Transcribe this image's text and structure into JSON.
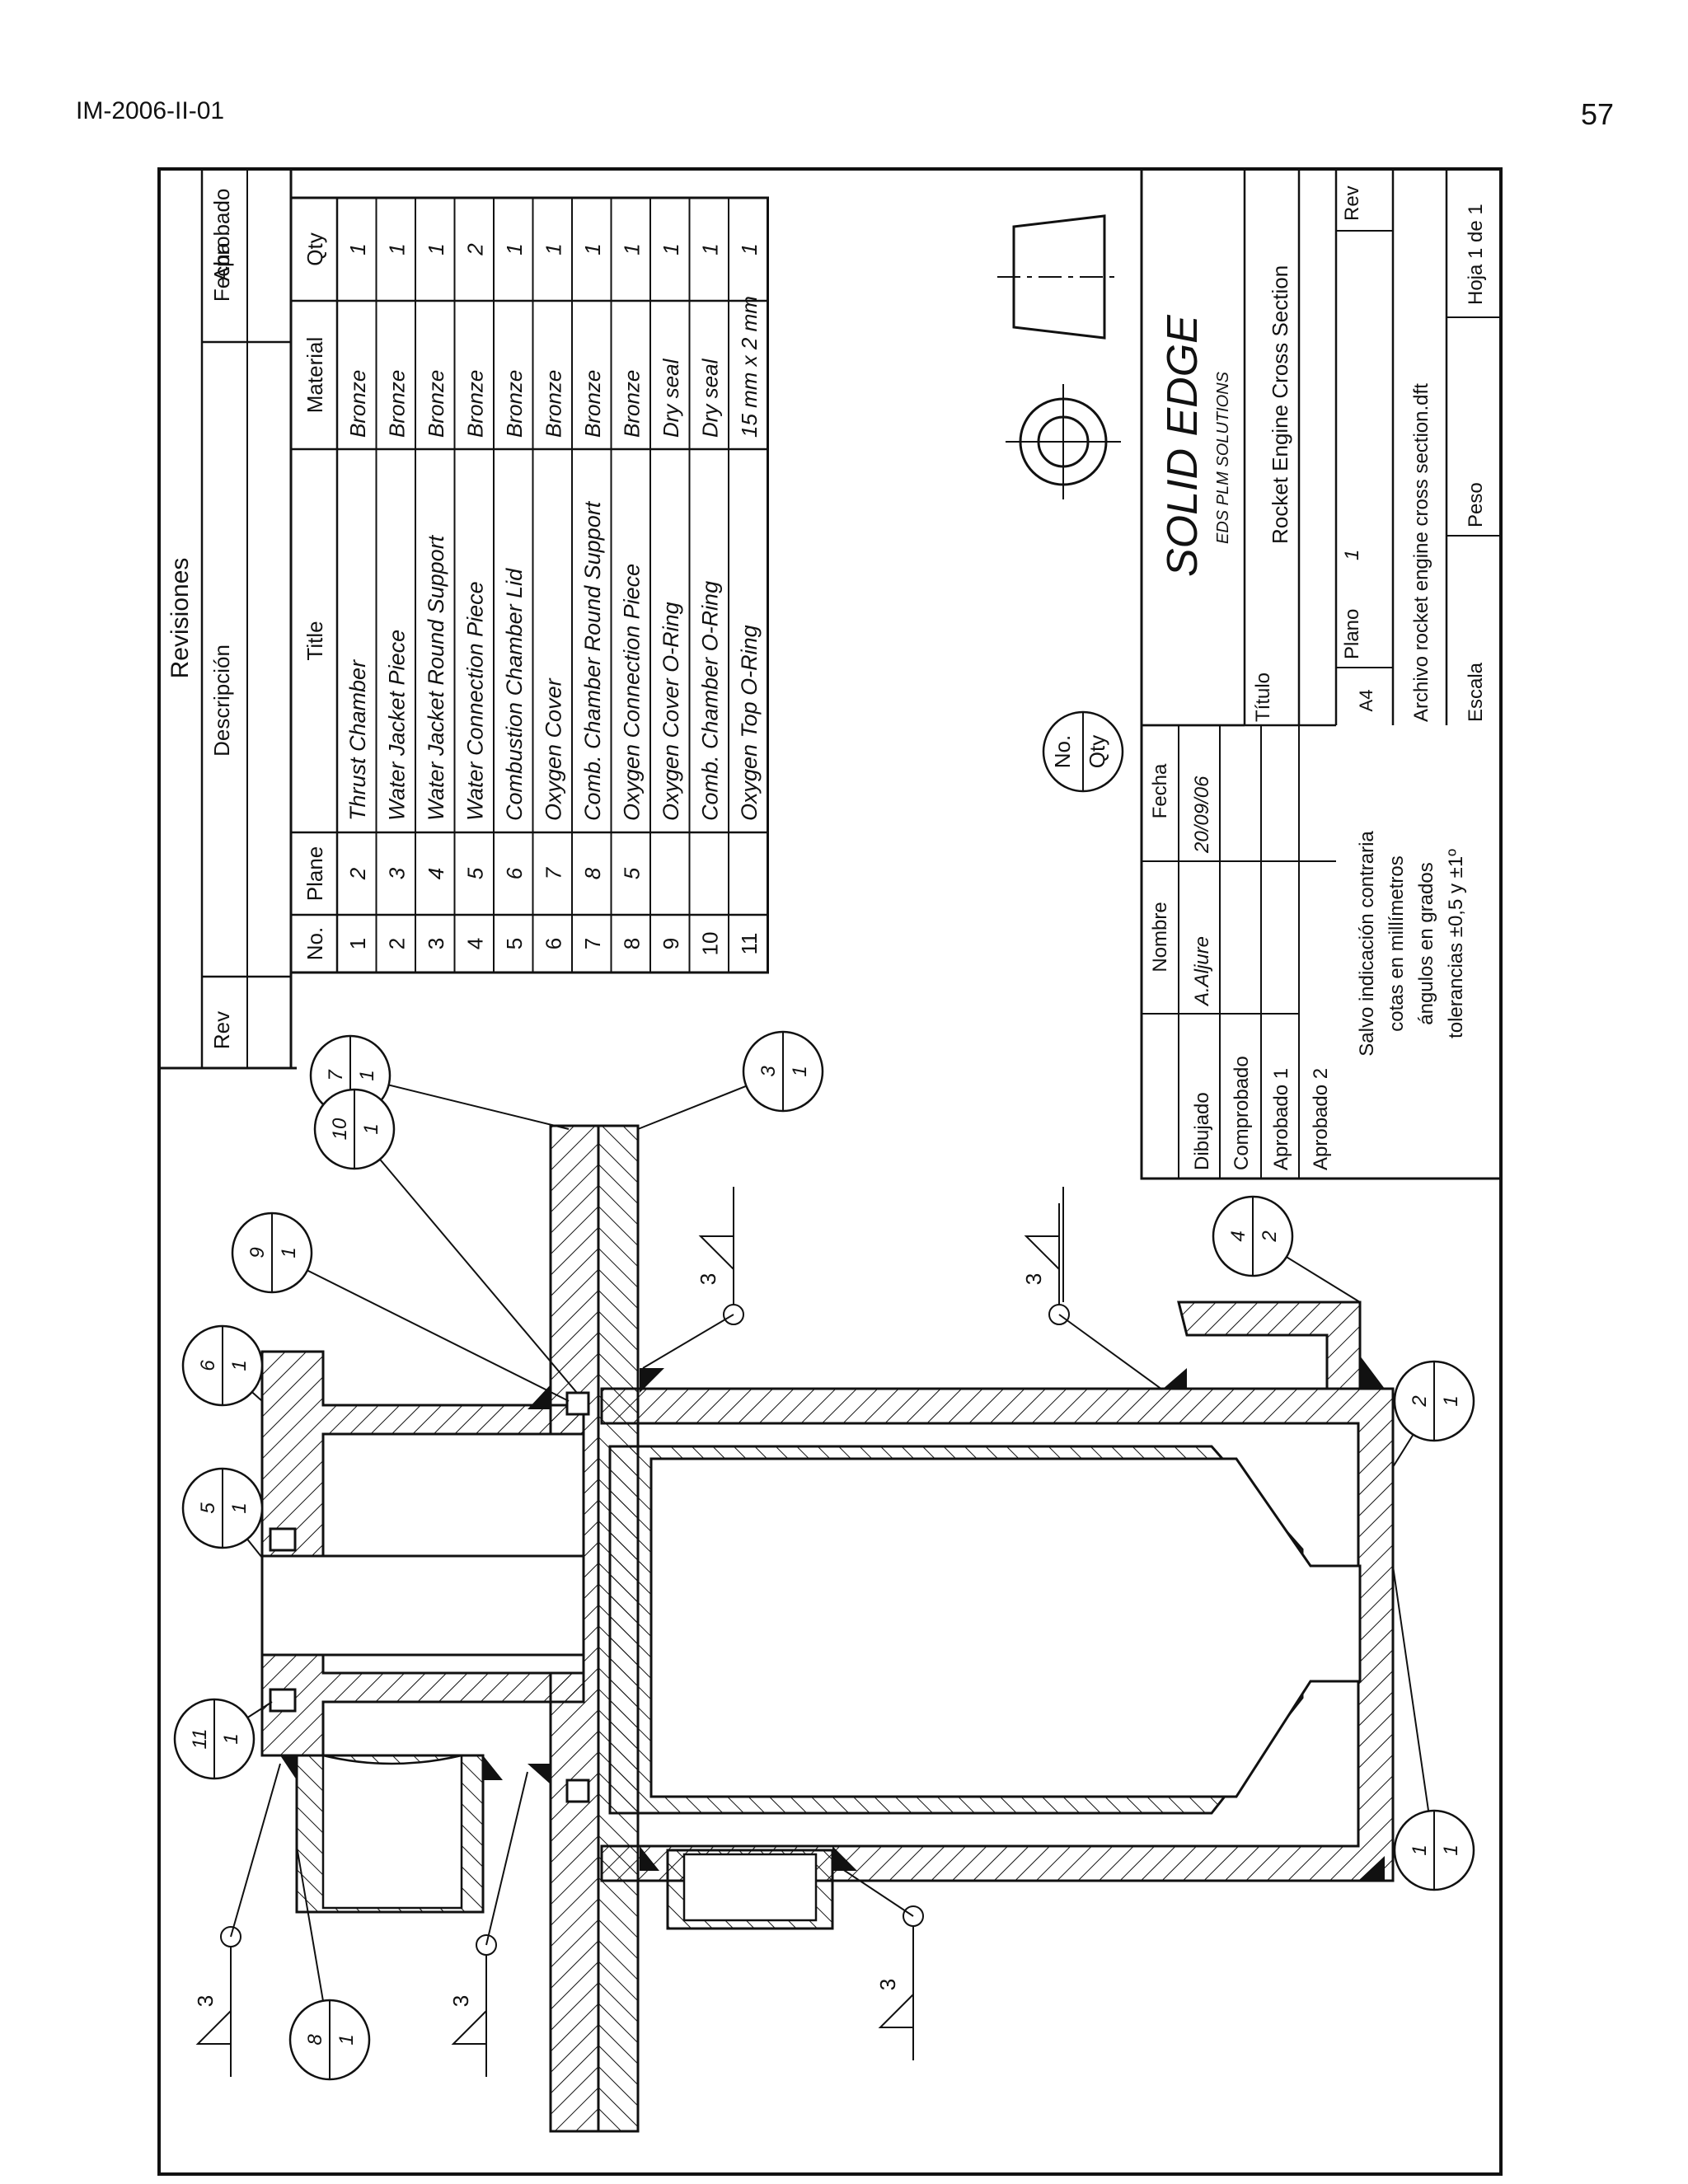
{
  "header": {
    "doc_id": "IM-2006-II-01",
    "page_number": "57"
  },
  "revisions": {
    "title": "Revisiones",
    "columns": [
      "Rev",
      "Descripción",
      "Fecha",
      "Aprobado"
    ]
  },
  "parts_list": {
    "columns": [
      "No.",
      "Plane",
      "Title",
      "Material",
      "Qty"
    ],
    "rows": [
      [
        "1",
        "2",
        "Thrust Chamber",
        "Bronze",
        "1"
      ],
      [
        "2",
        "3",
        "Water Jacket Piece",
        "Bronze",
        "1"
      ],
      [
        "3",
        "4",
        "Water Jacket Round Support",
        "Bronze",
        "1"
      ],
      [
        "4",
        "5",
        "Water Connection Piece",
        "Bronze",
        "2"
      ],
      [
        "5",
        "6",
        "Combustion Chamber Lid",
        "Bronze",
        "1"
      ],
      [
        "6",
        "7",
        "Oxygen Cover",
        "Bronze",
        "1"
      ],
      [
        "7",
        "8",
        "Comb. Chamber Round Support",
        "Bronze",
        "1"
      ],
      [
        "8",
        "5",
        "Oxygen Connection Piece",
        "Bronze",
        "1"
      ],
      [
        "9",
        "",
        "Oxygen Cover O-Ring",
        "Dry seal",
        "1"
      ],
      [
        "10",
        "",
        "Comb. Chamber O-Ring",
        "Dry seal",
        "1"
      ],
      [
        "11",
        "",
        "Oxygen Top O-Ring",
        "15 mm x 2 mm",
        "1"
      ]
    ]
  },
  "balloon_legend": {
    "top": "No.",
    "bottom": "Qty"
  },
  "title_block": {
    "brand": "SOLID EDGE",
    "brand_sub": "EDS PLM SOLUTIONS",
    "signatures": {
      "columns": [
        "",
        "Nombre",
        "Fecha"
      ],
      "rows": [
        [
          "Dibujado",
          "A.Aljure",
          "20/09/06"
        ],
        [
          "Comprobado",
          "",
          ""
        ],
        [
          "Aprobado 1",
          "",
          ""
        ],
        [
          "Aprobado 2",
          "",
          ""
        ]
      ]
    },
    "notes": [
      "Salvo indicación contraria",
      "cotas en millímetros",
      "ángulos en grados",
      "tolerancias ±0,5 y ±1º"
    ],
    "titulo_label": "Título",
    "titulo_value": "Rocket Engine Cross Section",
    "size": "A4",
    "plano_label": "Plano",
    "plano_value": "1",
    "rev_label": "Rev",
    "archivo": "Archivo rocket engine cross section.dft",
    "escala_label": "Escala",
    "peso_label": "Peso",
    "hoja": "Hoja 1 de 1"
  },
  "balloons": [
    {
      "no": "1",
      "qty": "1"
    },
    {
      "no": "2",
      "qty": "1"
    },
    {
      "no": "3",
      "qty": "1"
    },
    {
      "no": "4",
      "qty": "2"
    },
    {
      "no": "5",
      "qty": "1"
    },
    {
      "no": "6",
      "qty": "1"
    },
    {
      "no": "7",
      "qty": "1"
    },
    {
      "no": "8",
      "qty": "1"
    },
    {
      "no": "9",
      "qty": "1"
    },
    {
      "no": "10",
      "qty": "1"
    },
    {
      "no": "11",
      "qty": "1"
    }
  ],
  "weld_size": "3"
}
